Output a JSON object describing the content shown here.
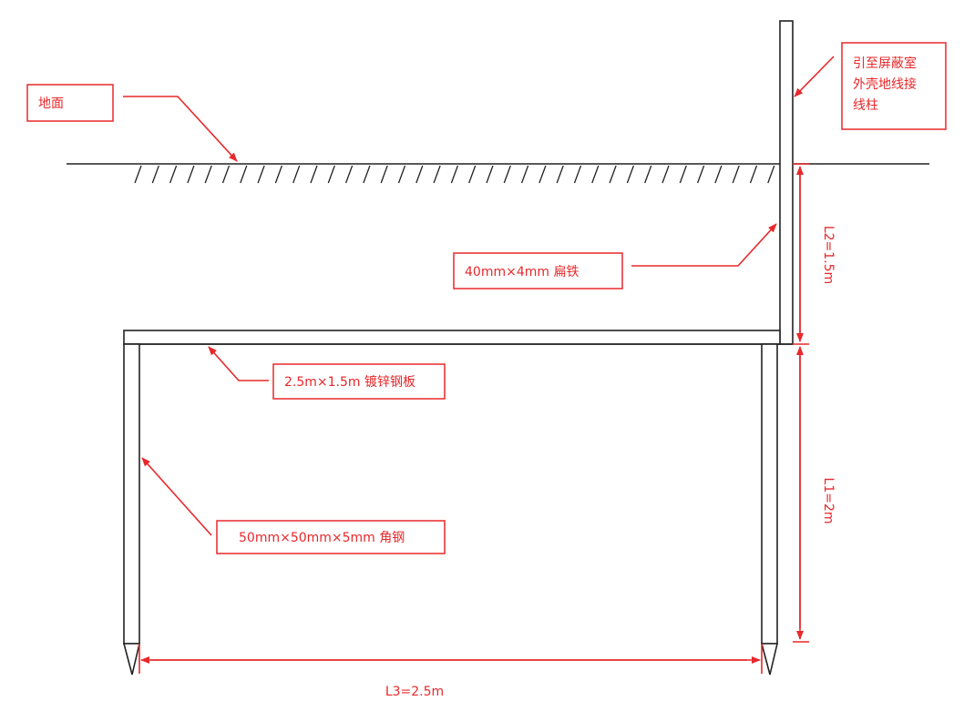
{
  "labels": {
    "ground": "地面",
    "lead_line": [
      "引至屏蔽室",
      "外壳地线接",
      "线柱"
    ],
    "flat_iron": "40mm×4mm 扁铁",
    "plate": "2.5m×1.5m 镀锌钢板",
    "angle_steel": "50mm×50mm×5mm 角钢"
  },
  "dimensions": {
    "L2": "L2=1.5m",
    "L1": "L1=2m",
    "L3": "L3=2.5m"
  },
  "colors": {
    "annotation": "#e8282b",
    "structure": "#222222"
  }
}
